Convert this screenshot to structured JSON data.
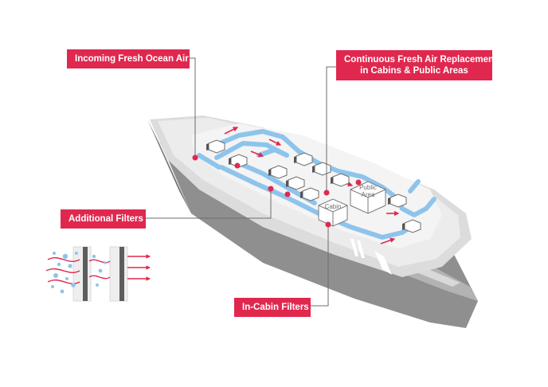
{
  "callouts": {
    "incoming": "Incoming Fresh Ocean Air",
    "continuous_line1": "Continuous Fresh Air Replacement",
    "continuous_line2": "in Cabins & Public Areas",
    "additional": "Additional Filters",
    "incabin": "In-Cabin Filters"
  },
  "rooms": {
    "cabin": "Cabin",
    "public_line1": "Public",
    "public_line2": "Area"
  },
  "colors": {
    "accent": "#e0284f",
    "airflow": "#8ec4ec",
    "hull_dark": "#8f8f8f",
    "hull_mid": "#b3b3b3",
    "deck": "#e6e6e6",
    "deck_top": "#f1f1f1"
  },
  "icons": {
    "filter_diagram": "air-filtration-icon",
    "arrow": "airflow-arrow-icon"
  }
}
